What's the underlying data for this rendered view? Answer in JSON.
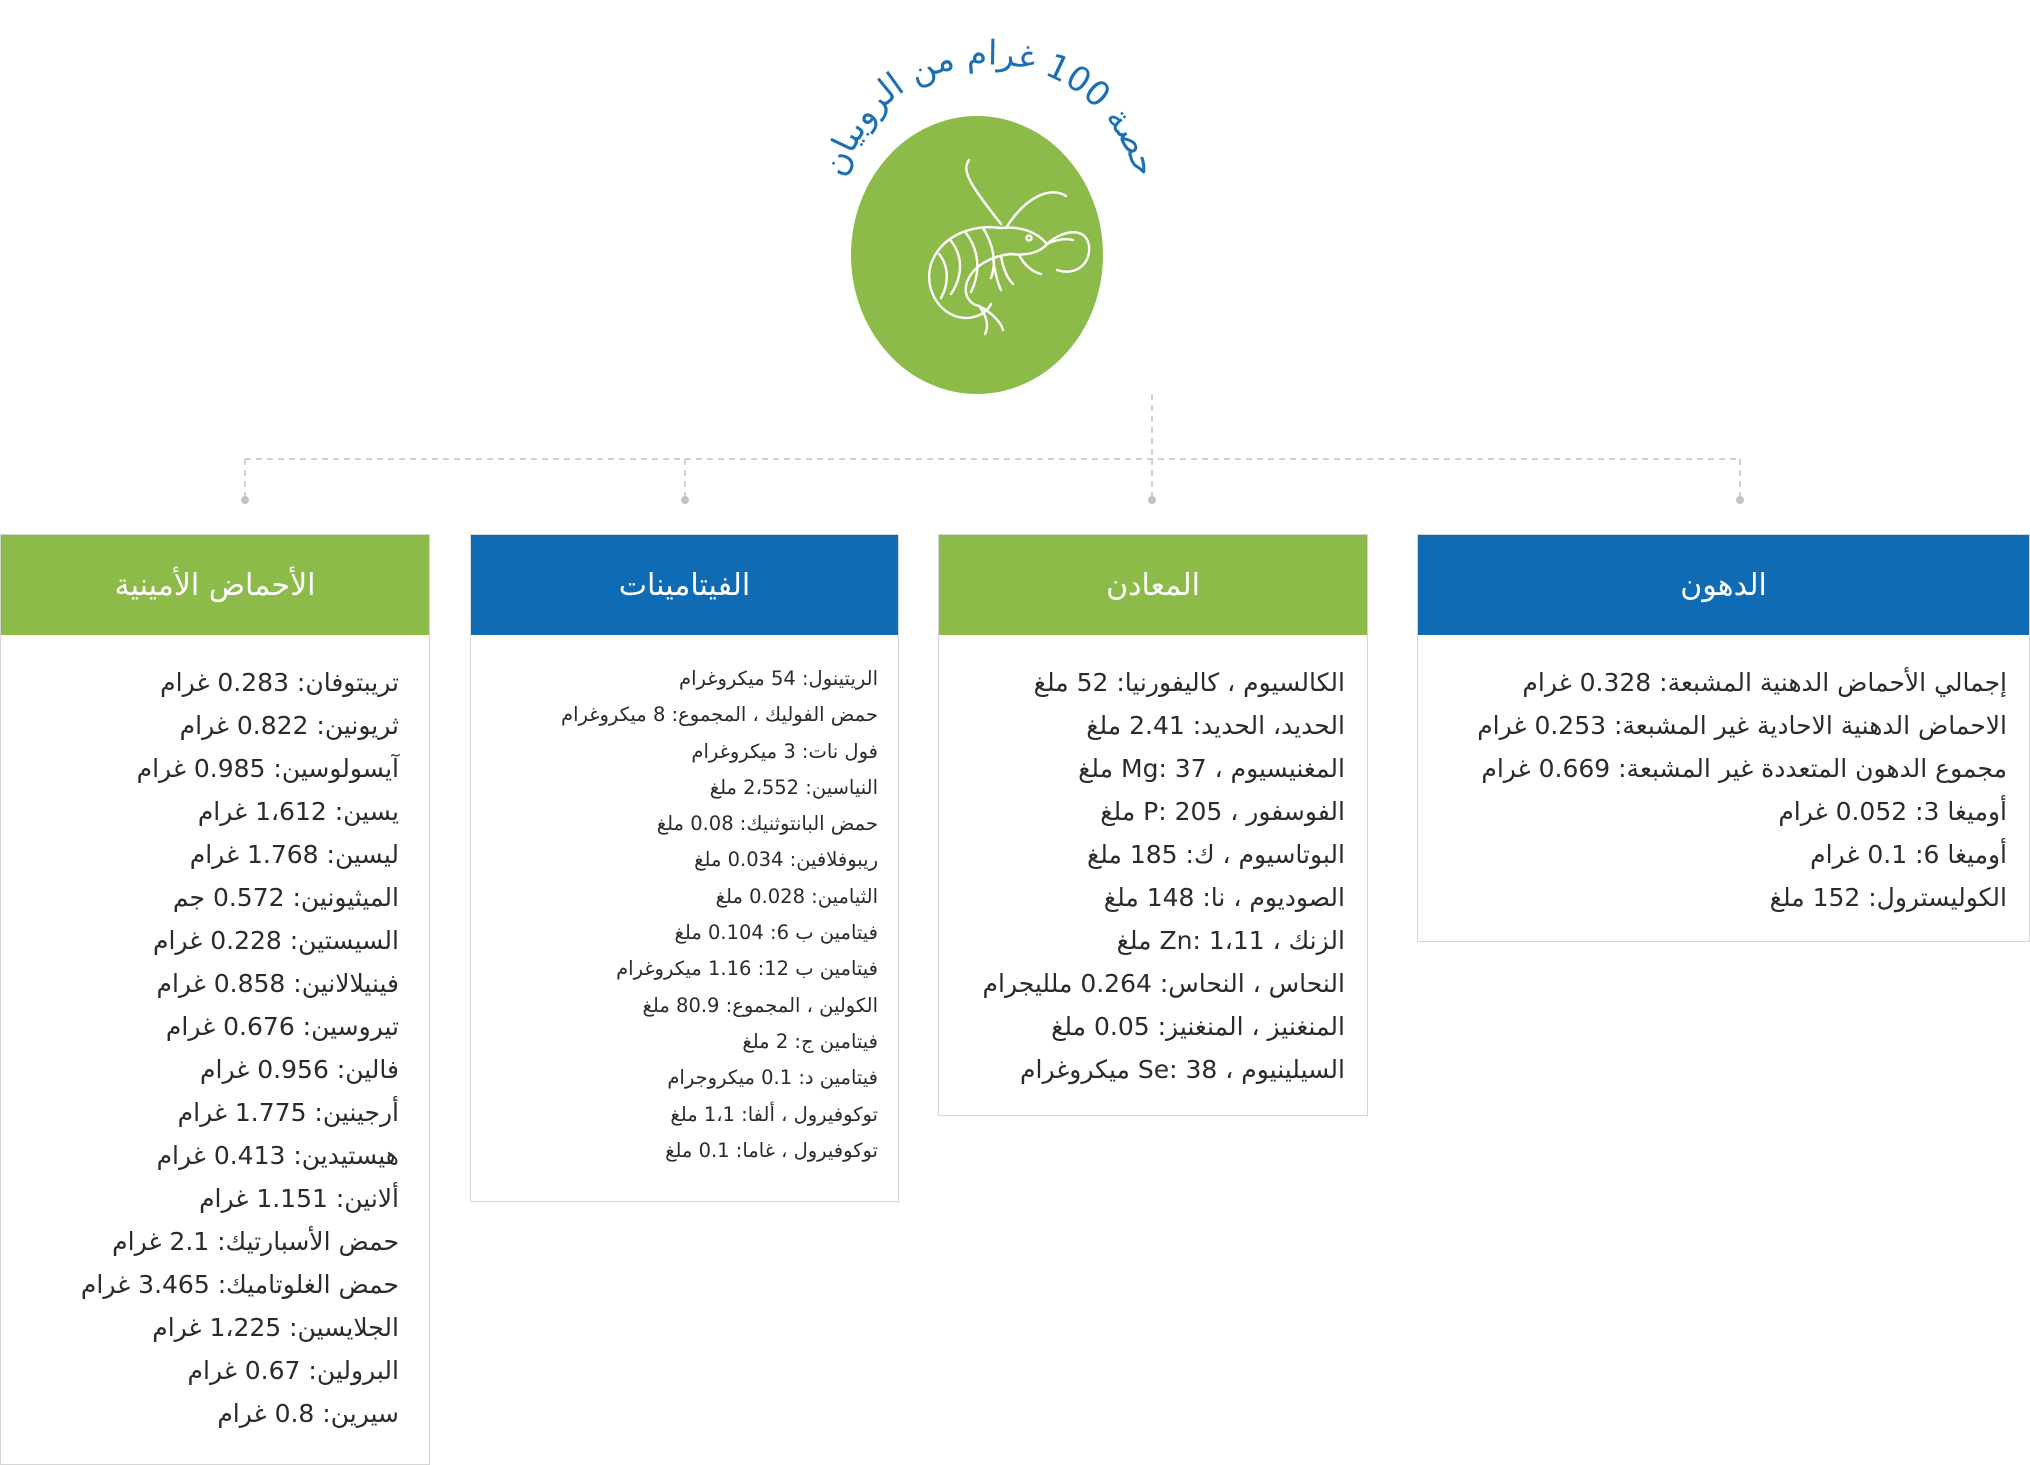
{
  "title": "حصة 100 غرام من الروبيان",
  "colors": {
    "green": "#8cbb4a",
    "blue": "#0f6bb4",
    "title_blue": "#1b6fb5",
    "connector": "#cfcfcf"
  },
  "hub_icon": "shrimp-icon",
  "categories": [
    {
      "title": "الدهون",
      "color": "blue",
      "items": [
        "إجمالي الأحماض الدهنية المشبعة: 0.328 غرام",
        "الاحماض الدهنية الاحادية غير المشبعة: 0.253 غرام",
        "مجموع الدهون المتعددة غير المشبعة: 0.669 غرام",
        "أوميغا 3: 0.052 غرام",
        "أوميغا 6: 0.1 غرام",
        "الكوليسترول: 152 ملغ"
      ]
    },
    {
      "title": "المعادن",
      "color": "green",
      "items": [
        "الكالسيوم ، كاليفورنيا: 52 ملغ",
        "الحديد، الحديد: 2.41 ملغ",
        "المغنيسيوم ، Mg: 37 ملغ",
        "الفوسفور ، P: 205 ملغ",
        "البوتاسيوم ، ك: 185 ملغ",
        "الصوديوم ، نا: 148 ملغ",
        "الزنك ، Zn: 1،11 ملغ",
        "النحاس ، النحاس: 0.264 ملليجرام",
        "المنغنيز ، المنغنيز: 0.05 ملغ",
        "السيلينيوم ، Se: 38 ميكروغرام"
      ]
    },
    {
      "title": "الفيتامينات",
      "color": "blue",
      "items": [
        "الريتينول: 54 ميكروغرام",
        "حمض الفوليك ، المجموع: 8 ميكروغرام",
        "فول نات: 3 ميكروغرام",
        "النياسين: 2،552 ملغ",
        "حمض البانتوثنيك: 0.08 ملغ",
        "ريبوفلافين: 0.034 ملغ",
        "الثيامين: 0.028 ملغ",
        "فيتامين ب 6: 0.104 ملغ",
        "فيتامين ب 12: 1.16 ميكروغرام",
        "الكولين ، المجموع: 80.9 ملغ",
        "فيتامين ج: 2 ملغ",
        "فيتامين د: 0.1 ميكروجرام",
        "توكوفيرول ، ألفا: 1،1 ملغ",
        "توكوفيرول ، غاما: 0.1 ملغ"
      ]
    },
    {
      "title": "الأحماض الأمينية",
      "color": "green",
      "items": [
        "تريبتوفان: 0.283 غرام",
        "ثريونين: 0.822 غرام",
        "آيسولوسين: 0.985 غرام",
        "يسين: 1،612 غرام",
        "ليسين: 1.768 غرام",
        "الميثيونين: 0.572 جم",
        "السيستين: 0.228 غرام",
        "فينيلالانين: 0.858 غرام",
        "تيروسين: 0.676 غرام",
        "فالين: 0.956 غرام",
        "أرجينين: 1.775 غرام",
        "هيستيدين: 0.413 غرام",
        "ألانين: 1.151 غرام",
        "حمض الأسبارتيك: 2.1 غرام",
        "حمض الغلوتاميك: 3.465 غرام",
        "الجلايسين: 1،225 غرام",
        "البرولين: 0.67 غرام",
        "سيرين: 0.8 غرام"
      ]
    }
  ]
}
